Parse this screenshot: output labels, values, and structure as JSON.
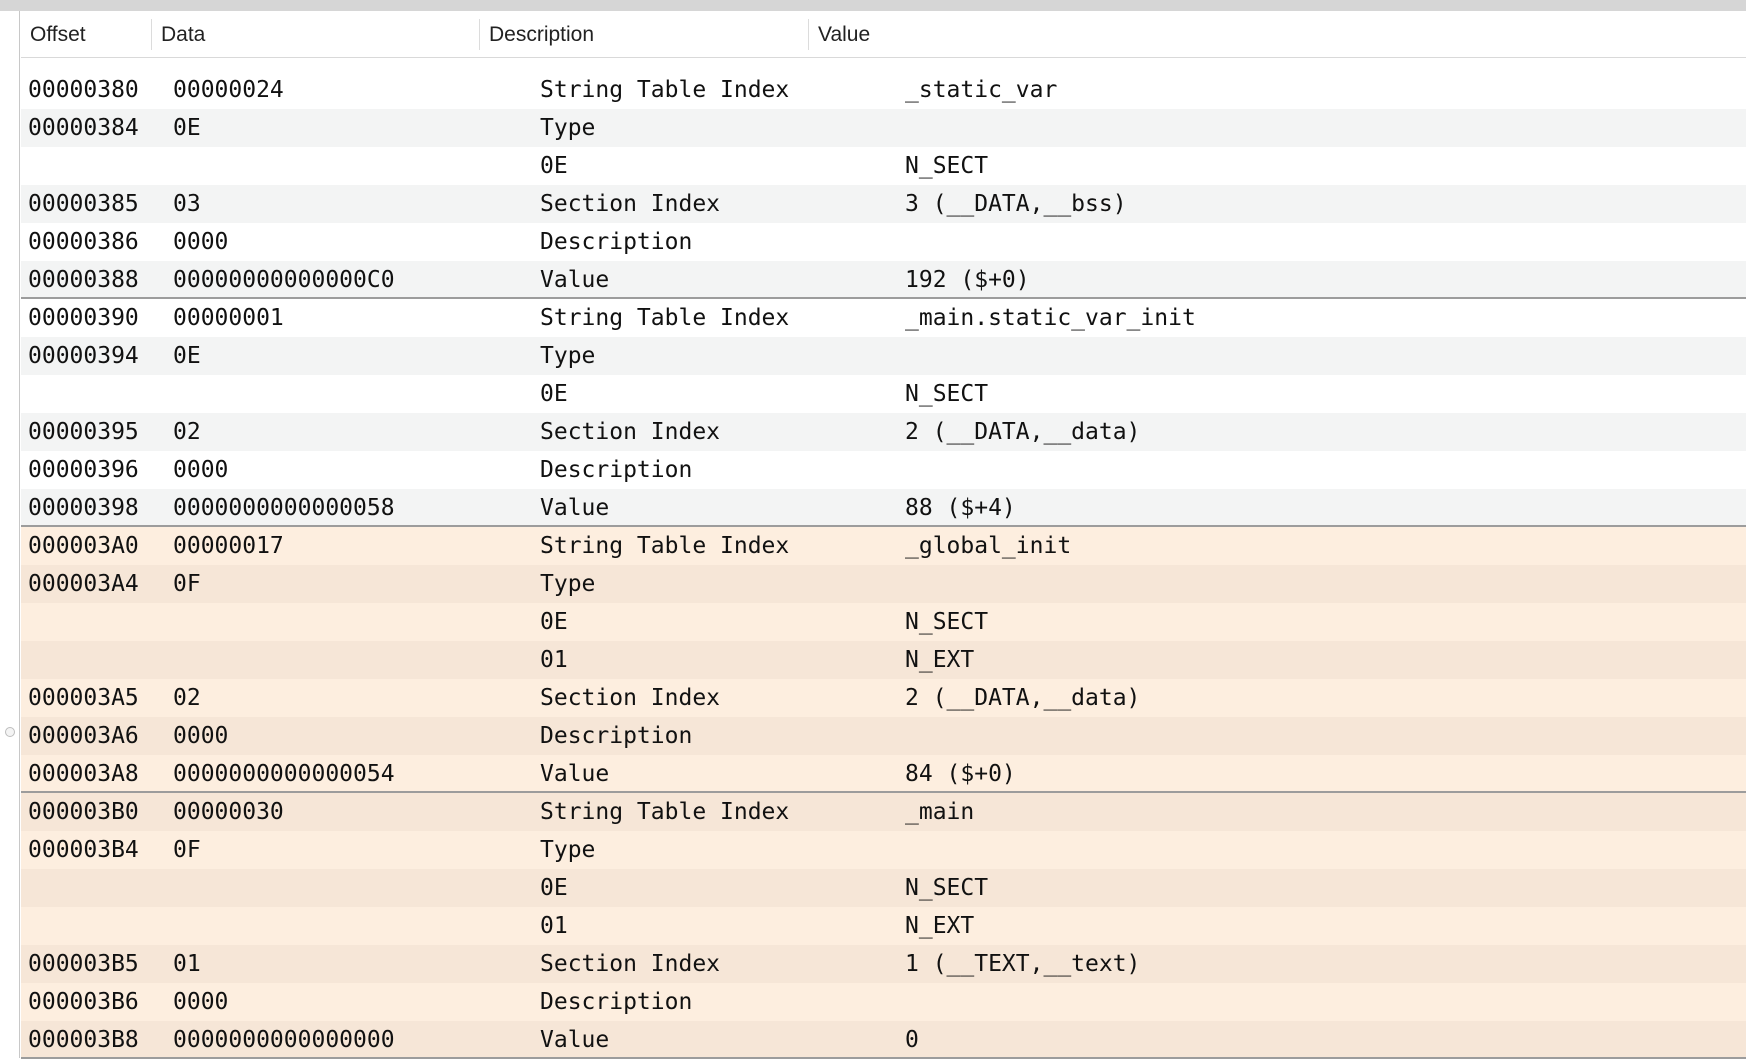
{
  "columns": [
    "Offset",
    "Data",
    "Description",
    "Value"
  ],
  "rows": [
    {
      "offset": "00000380",
      "data": "00000024",
      "description": "String Table Index",
      "value": "_static_var"
    },
    {
      "offset": "00000384",
      "data": "0E",
      "description": "Type",
      "value": ""
    },
    {
      "offset": "",
      "data": "",
      "description": "0E",
      "value": "N_SECT"
    },
    {
      "offset": "00000385",
      "data": "03",
      "description": "Section Index",
      "value": "3 (__DATA,__bss)"
    },
    {
      "offset": "00000386",
      "data": "0000",
      "description": "Description",
      "value": ""
    },
    {
      "offset": "00000388",
      "data": "00000000000000C0",
      "description": "Value",
      "value": "192 ($+0)"
    },
    {
      "offset": "00000390",
      "data": "00000001",
      "description": "String Table Index",
      "value": "_main.static_var_init"
    },
    {
      "offset": "00000394",
      "data": "0E",
      "description": "Type",
      "value": ""
    },
    {
      "offset": "",
      "data": "",
      "description": "0E",
      "value": "N_SECT"
    },
    {
      "offset": "00000395",
      "data": "02",
      "description": "Section Index",
      "value": "2 (__DATA,__data)"
    },
    {
      "offset": "00000396",
      "data": "0000",
      "description": "Description",
      "value": ""
    },
    {
      "offset": "00000398",
      "data": "0000000000000058",
      "description": "Value",
      "value": "88 ($+4)"
    },
    {
      "offset": "000003A0",
      "data": "00000017",
      "description": "String Table Index",
      "value": "_global_init"
    },
    {
      "offset": "000003A4",
      "data": "0F",
      "description": "Type",
      "value": ""
    },
    {
      "offset": "",
      "data": "",
      "description": "0E",
      "value": "N_SECT"
    },
    {
      "offset": "",
      "data": "",
      "description": "01",
      "value": "N_EXT"
    },
    {
      "offset": "000003A5",
      "data": "02",
      "description": "Section Index",
      "value": "2 (__DATA,__data)"
    },
    {
      "offset": "000003A6",
      "data": "0000",
      "description": "Description",
      "value": ""
    },
    {
      "offset": "000003A8",
      "data": "0000000000000054",
      "description": "Value",
      "value": "84 ($+0)"
    },
    {
      "offset": "000003B0",
      "data": "00000030",
      "description": "String Table Index",
      "value": "_main"
    },
    {
      "offset": "000003B4",
      "data": "0F",
      "description": "Type",
      "value": ""
    },
    {
      "offset": "",
      "data": "",
      "description": "0E",
      "value": "N_SECT"
    },
    {
      "offset": "",
      "data": "",
      "description": "01",
      "value": "N_EXT"
    },
    {
      "offset": "000003B5",
      "data": "01",
      "description": "Section Index",
      "value": "1 (__TEXT,__text)"
    },
    {
      "offset": "000003B6",
      "data": "0000",
      "description": "Description",
      "value": ""
    },
    {
      "offset": "000003B8",
      "data": "0000000000000000",
      "description": "Value",
      "value": "0"
    }
  ],
  "row_styles": {
    "highlight_color": "#fdeedf",
    "highlight_alt_color": "#f6e6d7",
    "plain_alt_color": "#f3f4f4",
    "group_separator_color": "#9c9c9c"
  }
}
